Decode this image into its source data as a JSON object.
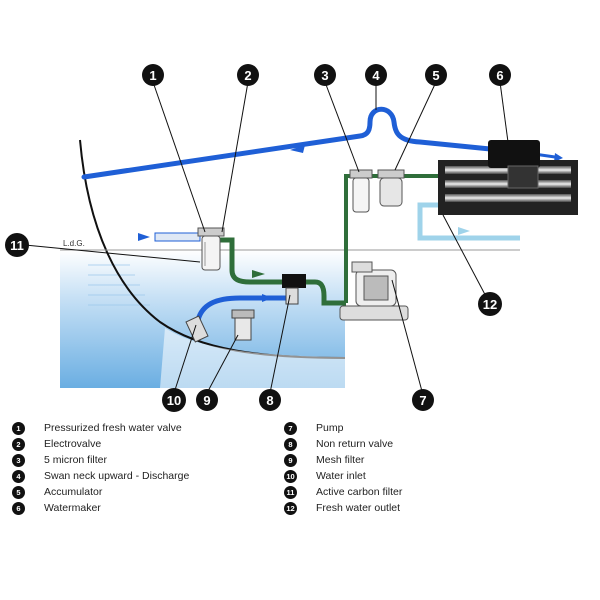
{
  "diagram": {
    "waterline_label": "L.d.G.",
    "legend": [
      {
        "num": "1",
        "label": "Pressurized fresh water valve"
      },
      {
        "num": "2",
        "label": "Electrovalve"
      },
      {
        "num": "3",
        "label": "5 micron filter"
      },
      {
        "num": "4",
        "label": "Swan neck upward - Discharge"
      },
      {
        "num": "5",
        "label": "Accumulator"
      },
      {
        "num": "6",
        "label": "Watermaker"
      },
      {
        "num": "7",
        "label": "Pump"
      },
      {
        "num": "8",
        "label": "Non return valve"
      },
      {
        "num": "9",
        "label": "Mesh filter"
      },
      {
        "num": "10",
        "label": "Water inlet"
      },
      {
        "num": "11",
        "label": "Active carbon filter"
      },
      {
        "num": "12",
        "label": "Fresh water outlet"
      }
    ],
    "colors": {
      "fresh_pipe": "#1f5fd6",
      "feed_pipe": "#2f6e3a",
      "outlet_pipe": "#9fd3ea",
      "sea": "#7fb8e6",
      "badge": "#111111"
    }
  }
}
